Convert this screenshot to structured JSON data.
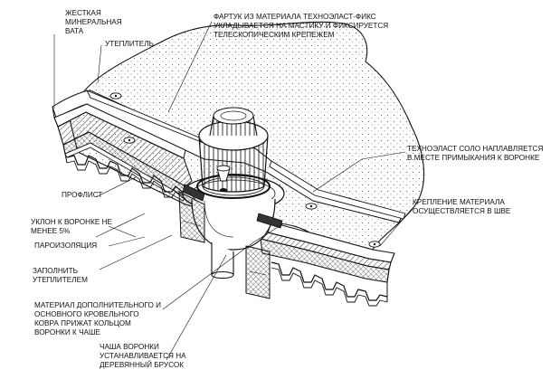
{
  "labels": {
    "mineral_wool": [
      "ЖЕСТКАЯ",
      "МИНЕРАЛЬНАЯ",
      "ВАТА"
    ],
    "insulation": [
      "УТЕПЛИТЕЛЬ"
    ],
    "apron": [
      "ФАРТУК ИЗ МАТЕРИАЛА ТЕХНОЭЛАСТ-ФИКС",
      "УКЛАДЫВАЕТСЯ НА МАСТИКУ И ФИКСИРУЕТСЯ",
      "ТЕЛЕСКОПИЧЕСКИМ КРЕПЕЖЕМ"
    ],
    "technoelast_solo": [
      "ТЕХНОЭЛАСТ СОЛО НАПЛАВЛЯЕТСЯ",
      "В МЕСТЕ ПРИМЫКАНИЯ К ВОРОНКЕ"
    ],
    "fastening": [
      "КРЕПЛЕНИЕ МАТЕРИАЛА",
      "ОСУЩЕСТВЛЯЕТСЯ В ШВЕ"
    ],
    "profiled_sheet": [
      "ПРОФЛИСТ"
    ],
    "slope": [
      "УКЛОН К ВОРОНКЕ НЕ",
      "МЕНЕЕ 5%"
    ],
    "vapor_barrier": [
      "ПАРОИЗОЛЯЦИЯ"
    ],
    "fill_insulation": [
      "ЗАПОЛНИТЬ",
      "УТЕПЛИТЕЛЕМ"
    ],
    "material_pressed": [
      "МАТЕРИАЛ ДОПОЛНИТЕЛЬНОГО И",
      "ОСНОВНОГО КРОВЕЛЬНОГО",
      "КОВРА ПРИЖАТ КОЛЬЦОМ",
      "ВОРОНКИ К ЧАШЕ"
    ],
    "bowl": [
      "ЧАША ВОРОНКИ",
      "УСТАНАВЛИВАЕТСЯ НА",
      "ДЕРЕВЯННЫЙ БРУСОК"
    ]
  }
}
